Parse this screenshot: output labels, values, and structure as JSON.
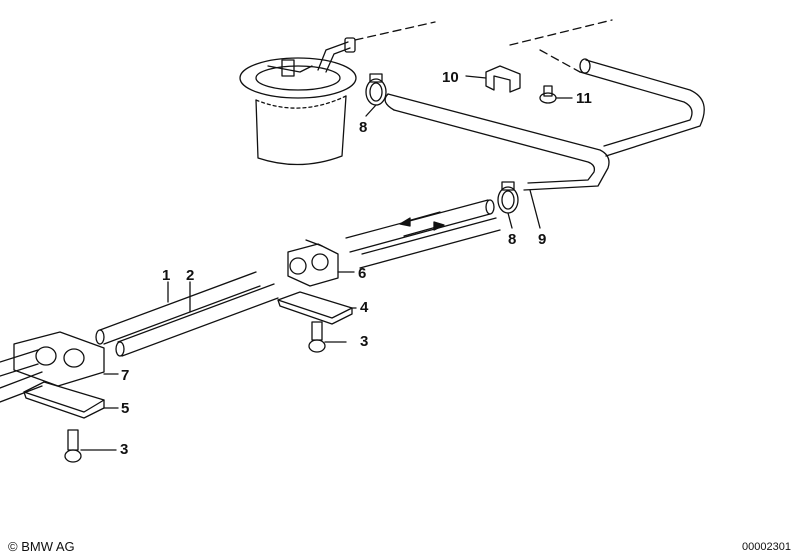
{
  "diagram": {
    "part_labels": {
      "p1": "1",
      "p2": "2",
      "p3a": "3",
      "p3b": "3",
      "p4": "4",
      "p5": "5",
      "p6": "6",
      "p7": "7",
      "p8a": "8",
      "p8b": "8",
      "p9": "9",
      "p10": "10",
      "p11": "11"
    }
  },
  "footer": {
    "copyright": "© BMW AG",
    "document_number": "00002301"
  }
}
